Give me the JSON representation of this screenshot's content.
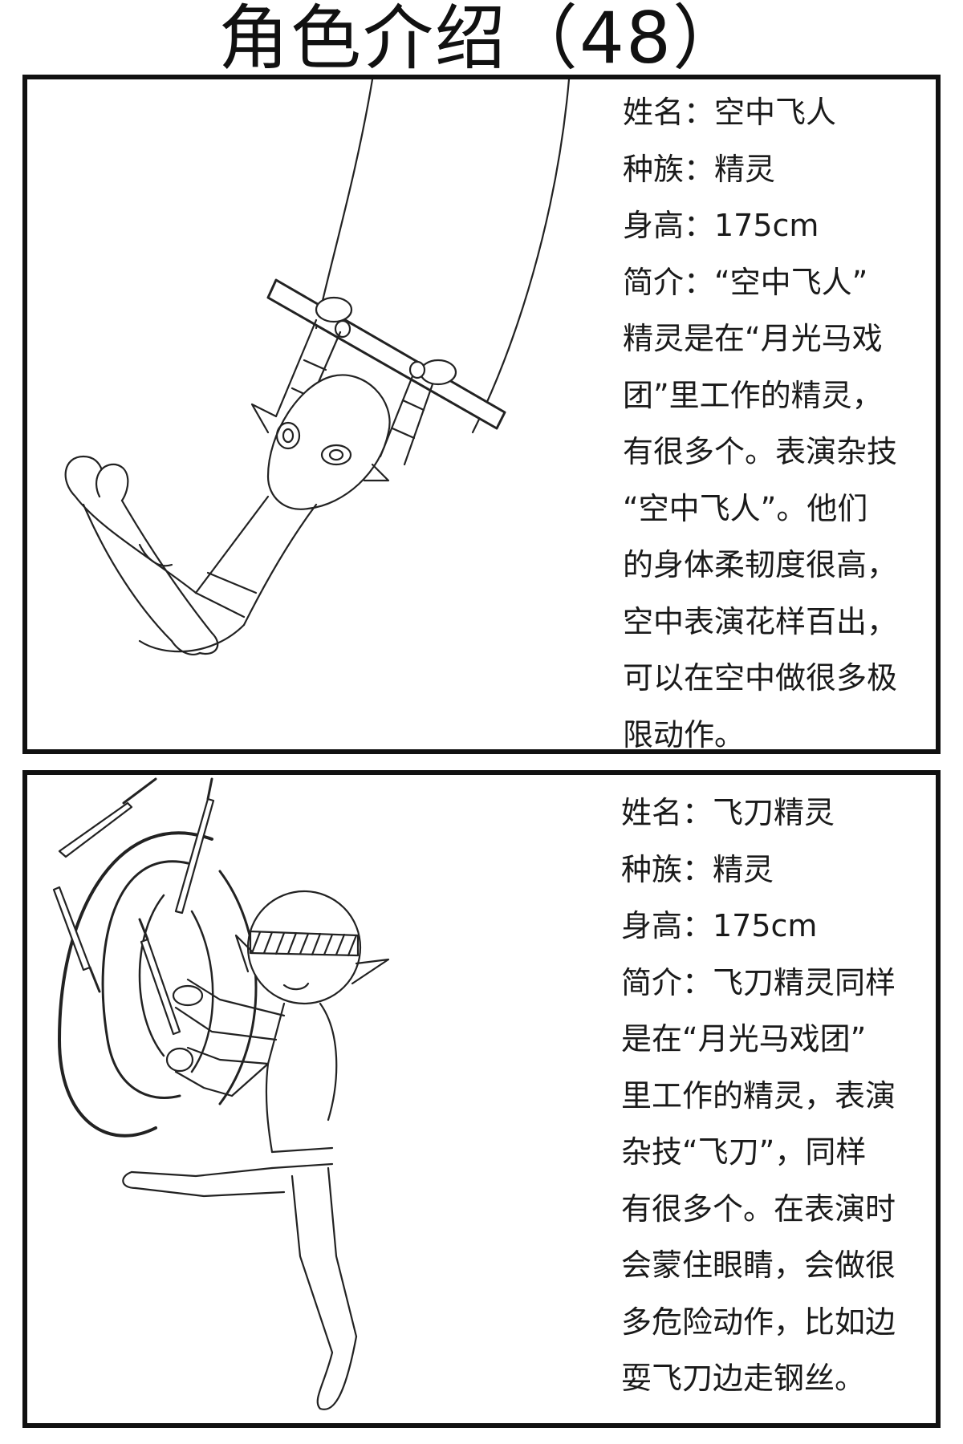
{
  "page": {
    "title": "角色介绍（48）"
  },
  "characters": [
    {
      "lines": [
        "姓名：空中飞人",
        "种族：精灵",
        "身高：175cm",
        "简介：“空中飞人”",
        "精灵是在“月光马戏",
        "团”里工作的精灵，",
        "有很多个。表演杂技",
        "“空中飞人”。他们",
        "的身体柔韧度很高，",
        "空中表演花样百出，",
        "可以在空中做很多极",
        "限动作。"
      ]
    },
    {
      "lines": [
        "姓名：飞刀精灵",
        "种族：精灵",
        "身高：175cm",
        "简介：飞刀精灵同样",
        "是在“月光马戏团”",
        "里工作的精灵，表演",
        "杂技“飞刀”，同样",
        "有很多个。在表演时",
        "会蒙住眼睛，会做很",
        "多危险动作，比如边",
        "耍飞刀边走钢丝。"
      ]
    }
  ]
}
